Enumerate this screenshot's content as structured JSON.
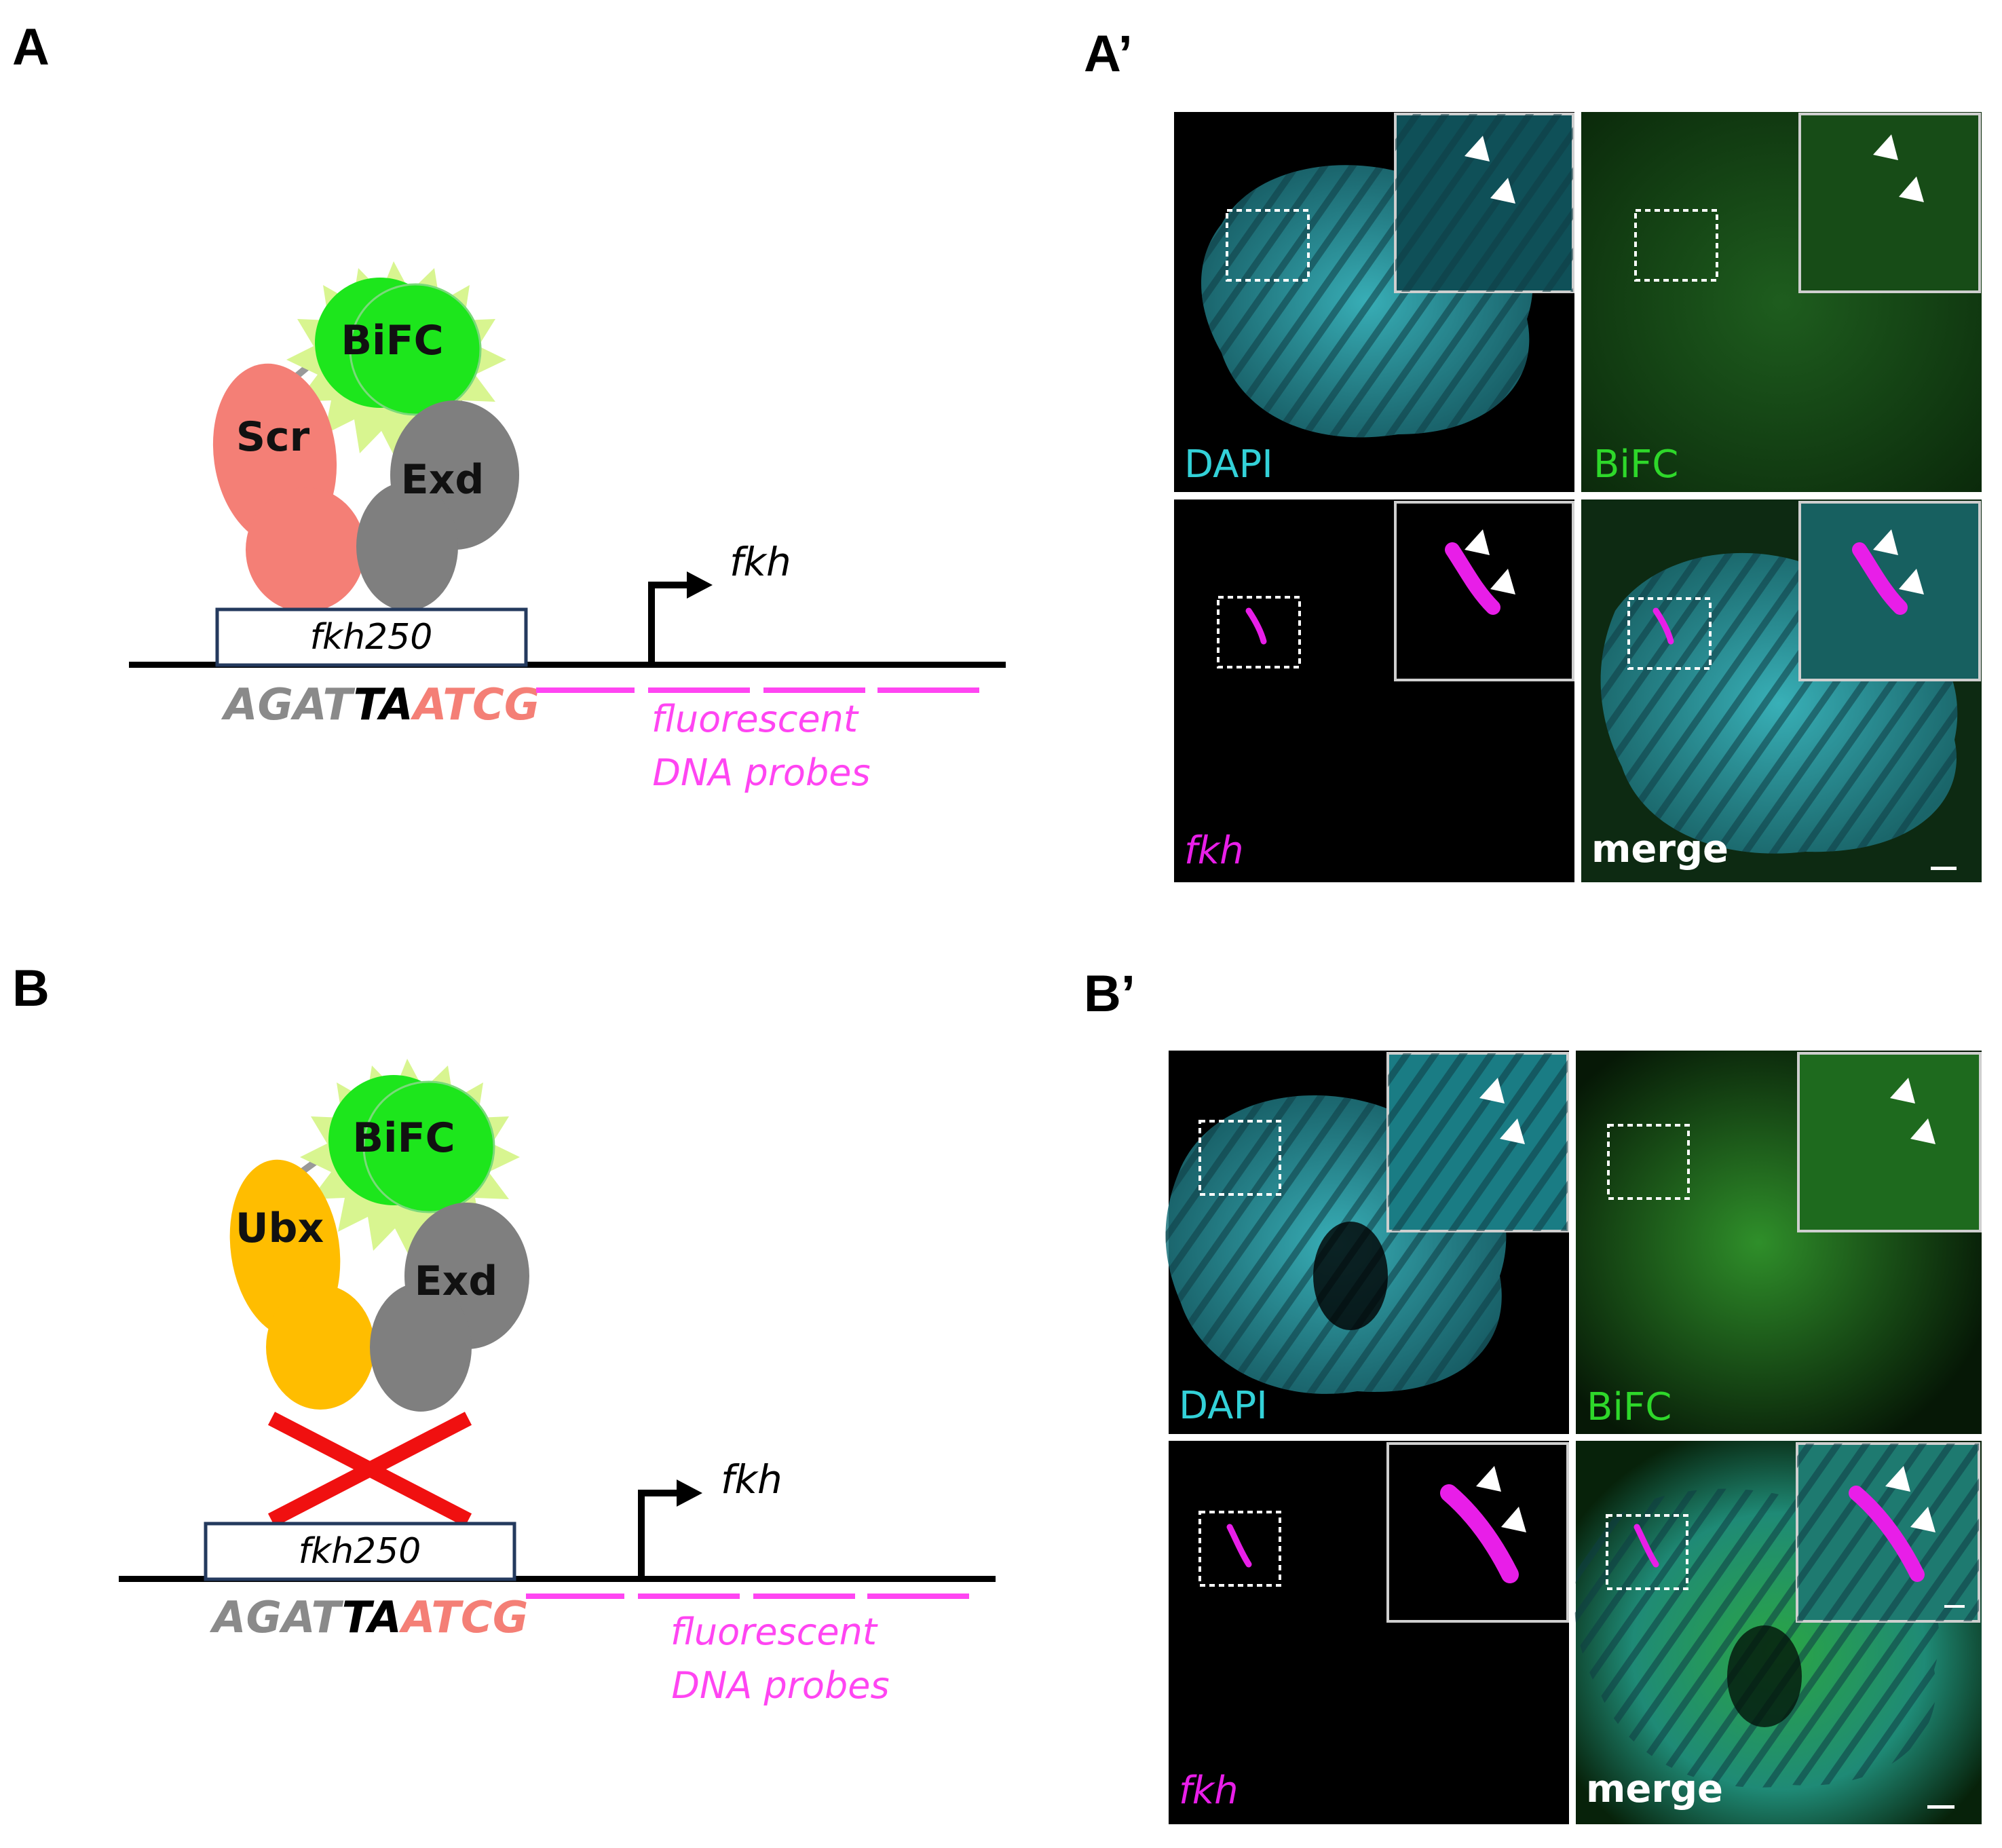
{
  "colors": {
    "scr": "#f47f76",
    "ubx": "#ffbd00",
    "exd": "#7f7f7f",
    "bifc": "#1de61c",
    "bifc_halo": "#d8f590",
    "probe": "#ff45f2",
    "x_mark": "#f01010",
    "dapi": "#33d1d8",
    "bifc_text": "#2ed82a",
    "fkh_text": "#e81ee8",
    "seq_gray": "#8a8a8a",
    "seq_black": "#000000",
    "seq_salmon": "#f47f76",
    "box_border": "#243a5e"
  },
  "panel_A": {
    "letter": "A",
    "tf_label": "Scr",
    "cofactor_label": "Exd",
    "bifc_label": "BiFC",
    "enhancer_label": "fkh250",
    "gene_label": "fkh",
    "seq": {
      "part1": "AGAT",
      "part2": "TA",
      "part3": "ATCG"
    },
    "probe_line1": "fluorescent",
    "probe_line2": "DNA probes"
  },
  "panel_B": {
    "letter": "B",
    "tf_label": "Ubx",
    "cofactor_label": "Exd",
    "bifc_label": "BiFC",
    "enhancer_label": "fkh250",
    "gene_label": "fkh",
    "seq": {
      "part1": "AGAT",
      "part2": "TA",
      "part3": "ATCG"
    },
    "probe_line1": "fluorescent",
    "probe_line2": "DNA probes",
    "binding_blocked": true
  },
  "panel_A_prime": {
    "letter": "A’",
    "channels": [
      {
        "label": "DAPI",
        "stain": "dapi"
      },
      {
        "label": "BiFC",
        "stain": "bifc"
      },
      {
        "label": "fkh",
        "stain": "fkh"
      },
      {
        "label": "merge",
        "stain": "merge"
      }
    ]
  },
  "panel_B_prime": {
    "letter": "B’",
    "channels": [
      {
        "label": "DAPI",
        "stain": "dapi"
      },
      {
        "label": "BiFC",
        "stain": "bifc"
      },
      {
        "label": "fkh",
        "stain": "fkh"
      },
      {
        "label": "merge",
        "stain": "merge"
      }
    ]
  }
}
